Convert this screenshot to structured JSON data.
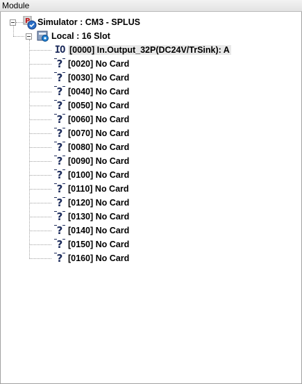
{
  "panel": {
    "title": "Module"
  },
  "tree": {
    "root": {
      "label": "Simulator : CM3 - SPLUS",
      "icon": "simulator-plc-icon"
    },
    "local": {
      "label": "Local : 16 Slot",
      "icon": "rack-icon"
    },
    "slots": [
      {
        "label": "[0000] In.Output_32P(DC24V/TrSink): A",
        "icon": "io-module-icon",
        "selected": true
      },
      {
        "label": "[0020] No Card",
        "icon": "empty-slot-icon"
      },
      {
        "label": "[0030] No Card",
        "icon": "empty-slot-icon"
      },
      {
        "label": "[0040] No Card",
        "icon": "empty-slot-icon"
      },
      {
        "label": "[0050] No Card",
        "icon": "empty-slot-icon"
      },
      {
        "label": "[0060] No Card",
        "icon": "empty-slot-icon"
      },
      {
        "label": "[0070] No Card",
        "icon": "empty-slot-icon"
      },
      {
        "label": "[0080] No Card",
        "icon": "empty-slot-icon"
      },
      {
        "label": "[0090] No Card",
        "icon": "empty-slot-icon"
      },
      {
        "label": "[0100] No Card",
        "icon": "empty-slot-icon"
      },
      {
        "label": "[0110] No Card",
        "icon": "empty-slot-icon"
      },
      {
        "label": "[0120] No Card",
        "icon": "empty-slot-icon"
      },
      {
        "label": "[0130] No Card",
        "icon": "empty-slot-icon"
      },
      {
        "label": "[0140] No Card",
        "icon": "empty-slot-icon"
      },
      {
        "label": "[0150] No Card",
        "icon": "empty-slot-icon"
      },
      {
        "label": "[0160] No Card",
        "icon": "empty-slot-icon"
      }
    ]
  }
}
